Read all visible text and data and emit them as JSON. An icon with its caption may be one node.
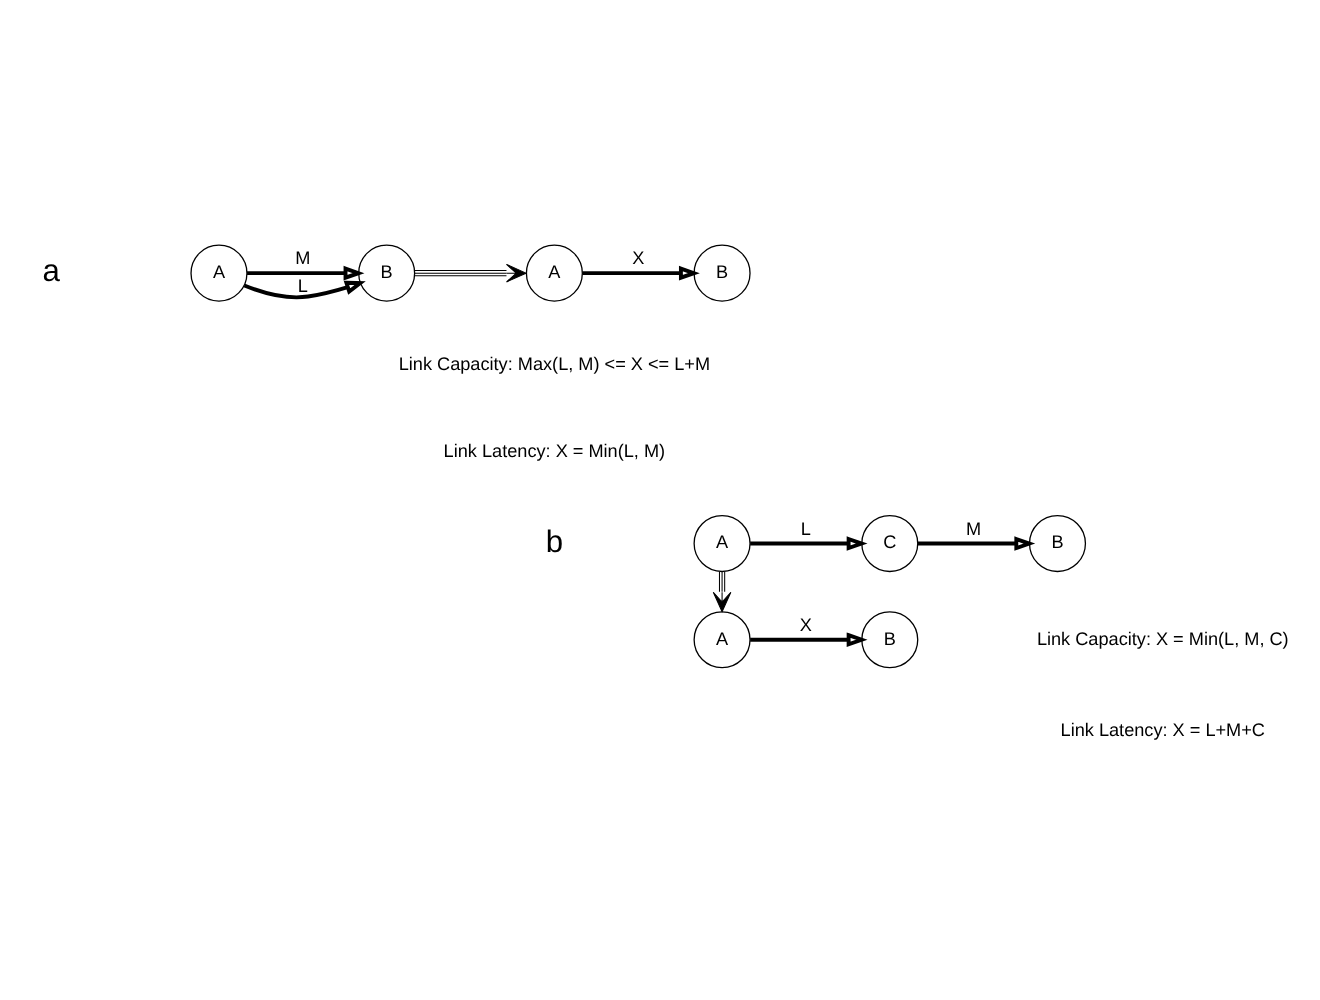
{
  "diagram": {
    "nodes": [
      {
        "text": [
          "A"
        ]
      },
      {
        "text": [
          "B"
        ]
      },
      {
        "text": [
          "A"
        ]
      },
      {
        "text": [
          "B"
        ]
      },
      {
        "text": [
          "A"
        ]
      },
      {
        "text": [
          "C"
        ]
      },
      {
        "text": [
          "B"
        ]
      },
      {
        "text": [
          "A"
        ]
      },
      {
        "text": [
          "B"
        ]
      }
    ],
    "edges": [
      {
        "from": 0,
        "to": 1,
        "arrow": "to",
        "label": "L"
      },
      {
        "from": 0,
        "to": 1,
        "arrow": "to",
        "label": "M"
      },
      {
        "from": 1,
        "to": 2,
        "arrow": "to"
      },
      {
        "from": 2,
        "to": 3,
        "arrow": "to",
        "label": "X"
      },
      {
        "from": 4,
        "to": 5,
        "arrow": "to",
        "label": "L"
      },
      {
        "from": 5,
        "to": 6,
        "arrow": "to",
        "label": "M"
      },
      {
        "from": 4,
        "to": 7,
        "arrow": "to"
      },
      {
        "from": 7,
        "to": 8,
        "arrow": "to",
        "label": "X"
      }
    ],
    "labels": [
      "a",
      "Link Capacity: Max(L, M) <= X <= L+M",
      "Link Latency: X = Min(L, M)",
      "b",
      "Link Capacity: X = Min(L, M, C)",
      "Link Latency: X = L+M+C"
    ]
  }
}
